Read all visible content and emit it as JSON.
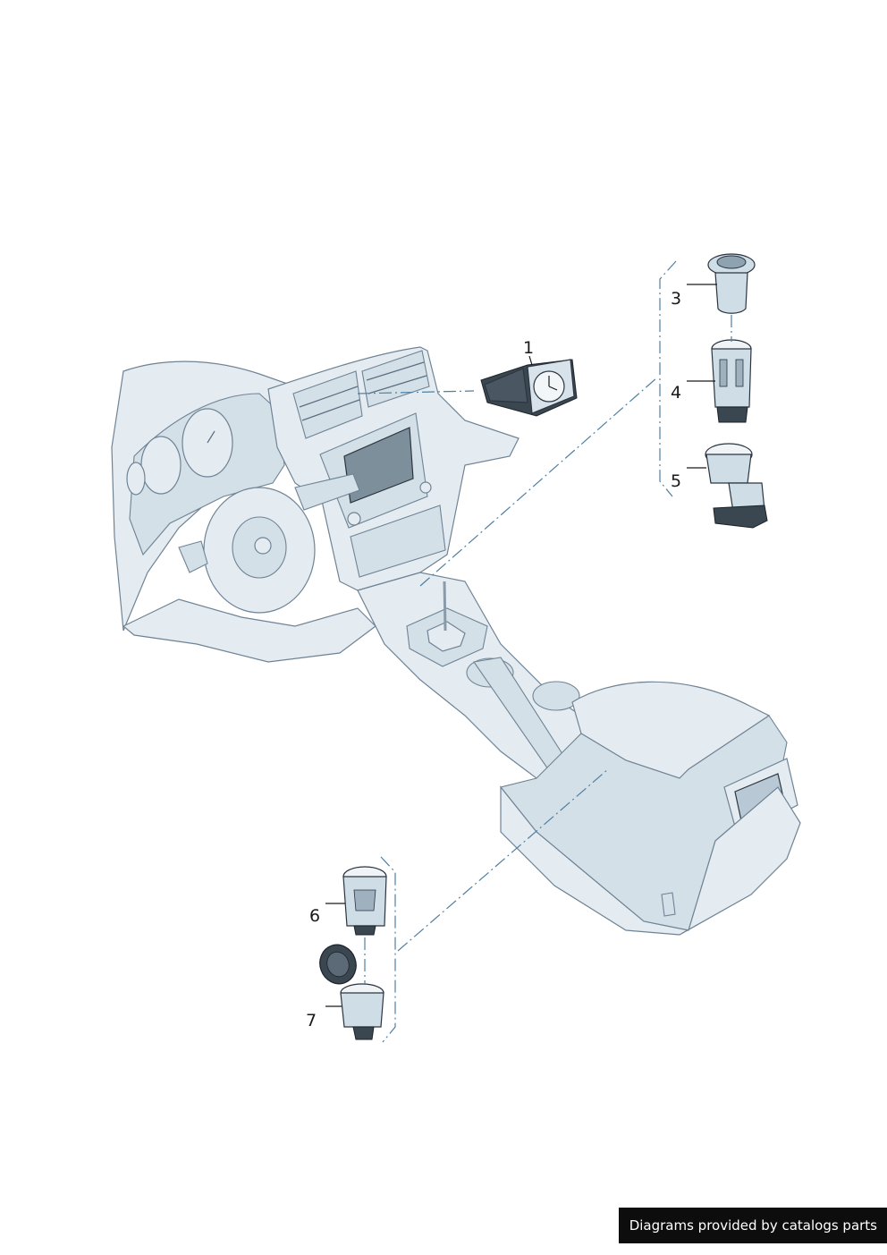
{
  "callouts": [
    {
      "id": "1",
      "label": "1"
    },
    {
      "id": "3",
      "label": "3"
    },
    {
      "id": "4",
      "label": "4"
    },
    {
      "id": "5",
      "label": "5"
    },
    {
      "id": "6",
      "label": "6"
    },
    {
      "id": "7",
      "label": "7"
    }
  ],
  "footer": {
    "text": "Diagrams provided by catalogs parts"
  },
  "colors": {
    "body_tint": "#e4ecf1",
    "leader_blue": "#4f7fa0",
    "footer_bg": "#0d0d0d"
  }
}
